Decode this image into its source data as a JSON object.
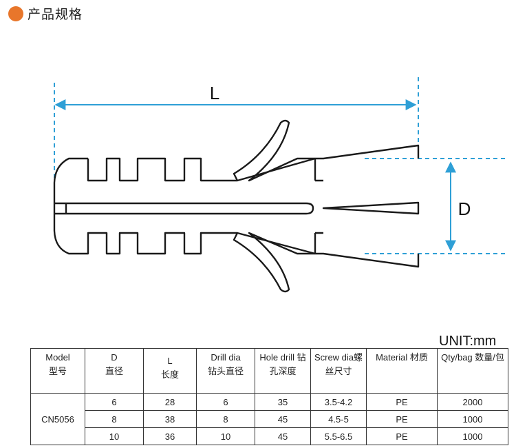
{
  "header": {
    "title": "产品规格",
    "accent_color": "#e8762b"
  },
  "diagram": {
    "label_length": "L",
    "label_diameter": "D",
    "dimension_color": "#2e9fd6"
  },
  "unit_label": "UNIT:mm",
  "table": {
    "headers": [
      {
        "en": "Model",
        "cn": "型号"
      },
      {
        "en": "D",
        "cn": "直径"
      },
      {
        "en": "L",
        "cn": "长度"
      },
      {
        "en": "Drill dia",
        "cn": "钻头直径"
      },
      {
        "en": "Hole drill 钻",
        "cn": "孔深度"
      },
      {
        "en": "Screw dia螺",
        "cn": "丝尺寸"
      },
      {
        "en": "Material 材质",
        "cn": ""
      },
      {
        "en": "Qty/bag 数量/包",
        "cn": ""
      }
    ],
    "model": "CN5056",
    "rows": [
      {
        "d": "6",
        "l": "28",
        "drill": "6",
        "hole": "35",
        "screw": "3.5-4.2",
        "material": "PE",
        "qty": "2000"
      },
      {
        "d": "8",
        "l": "38",
        "drill": "8",
        "hole": "45",
        "screw": "4.5-5",
        "material": "PE",
        "qty": "1000"
      },
      {
        "d": "10",
        "l": "36",
        "drill": "10",
        "hole": "45",
        "screw": "5.5-6.5",
        "material": "PE",
        "qty": "1000"
      }
    ]
  }
}
